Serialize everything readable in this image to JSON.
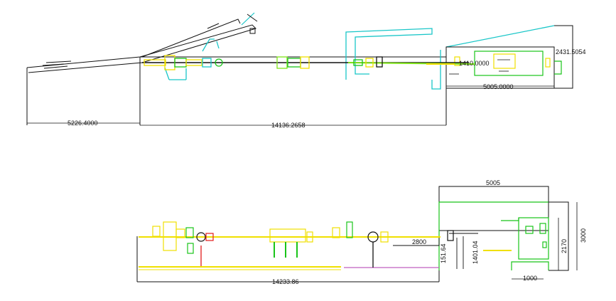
{
  "top_view": {
    "dimensions": {
      "left_extent": "5226.4000",
      "main_length": "14136.2658",
      "cabin_length": "5005.0000",
      "cabin_height": "2431.5054",
      "offset_height": "1410.0000"
    }
  },
  "side_view": {
    "dimensions": {
      "cabin_width": "5005",
      "total_length": "14233.86",
      "step_length": "2800",
      "height_a": "1401.04",
      "height_b": "151.64",
      "door_height": "2170",
      "cabin_height": "3000",
      "door_width": "1000"
    }
  },
  "colors": {
    "line": "#111111",
    "cyan": "#19c6c8",
    "yellow": "#f0e000",
    "green": "#19c419",
    "lime": "#7fe319",
    "red": "#e21b1b",
    "magenta": "#c060c0"
  }
}
